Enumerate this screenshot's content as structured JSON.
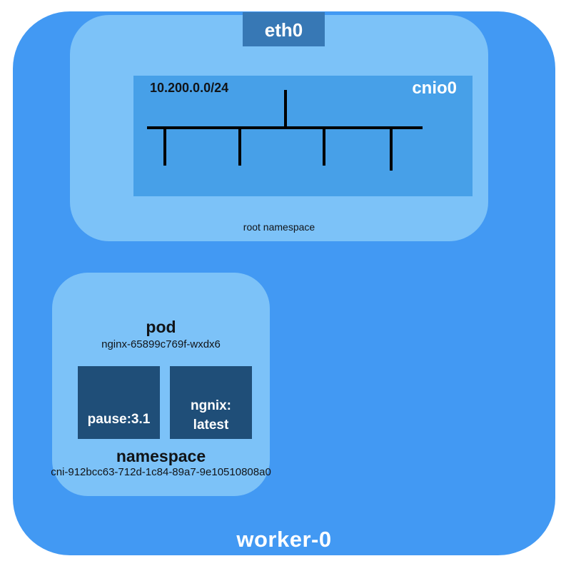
{
  "diagram": {
    "node": {
      "label": "worker-0"
    },
    "root_namespace": {
      "label": "root namespace",
      "eth0_label": "eth0",
      "bridge": {
        "label": "cnio0",
        "cidr": "10.200.0.0/24",
        "uplink_count": 1,
        "port_count": 4
      }
    },
    "pod_namespace": {
      "pod_label": "pod",
      "pod_name": "nginx-65899c769f-wxdx6",
      "containers": {
        "pause": {
          "label": "pause:3.1"
        },
        "nginx": {
          "line1": "ngnix:",
          "line2": "latest"
        }
      },
      "namespace_label": "namespace",
      "namespace_id": "cni-912bcc63-712d-1c84-89a7-9e10510808a0"
    },
    "colors": {
      "node_bg": "#4299F3",
      "namespace_bg": "#7CC2F8",
      "bridge_bg": "#47A0E8",
      "eth0_bg": "#3778B5",
      "container_bg": "#1F4E78",
      "line": "#000000"
    }
  }
}
